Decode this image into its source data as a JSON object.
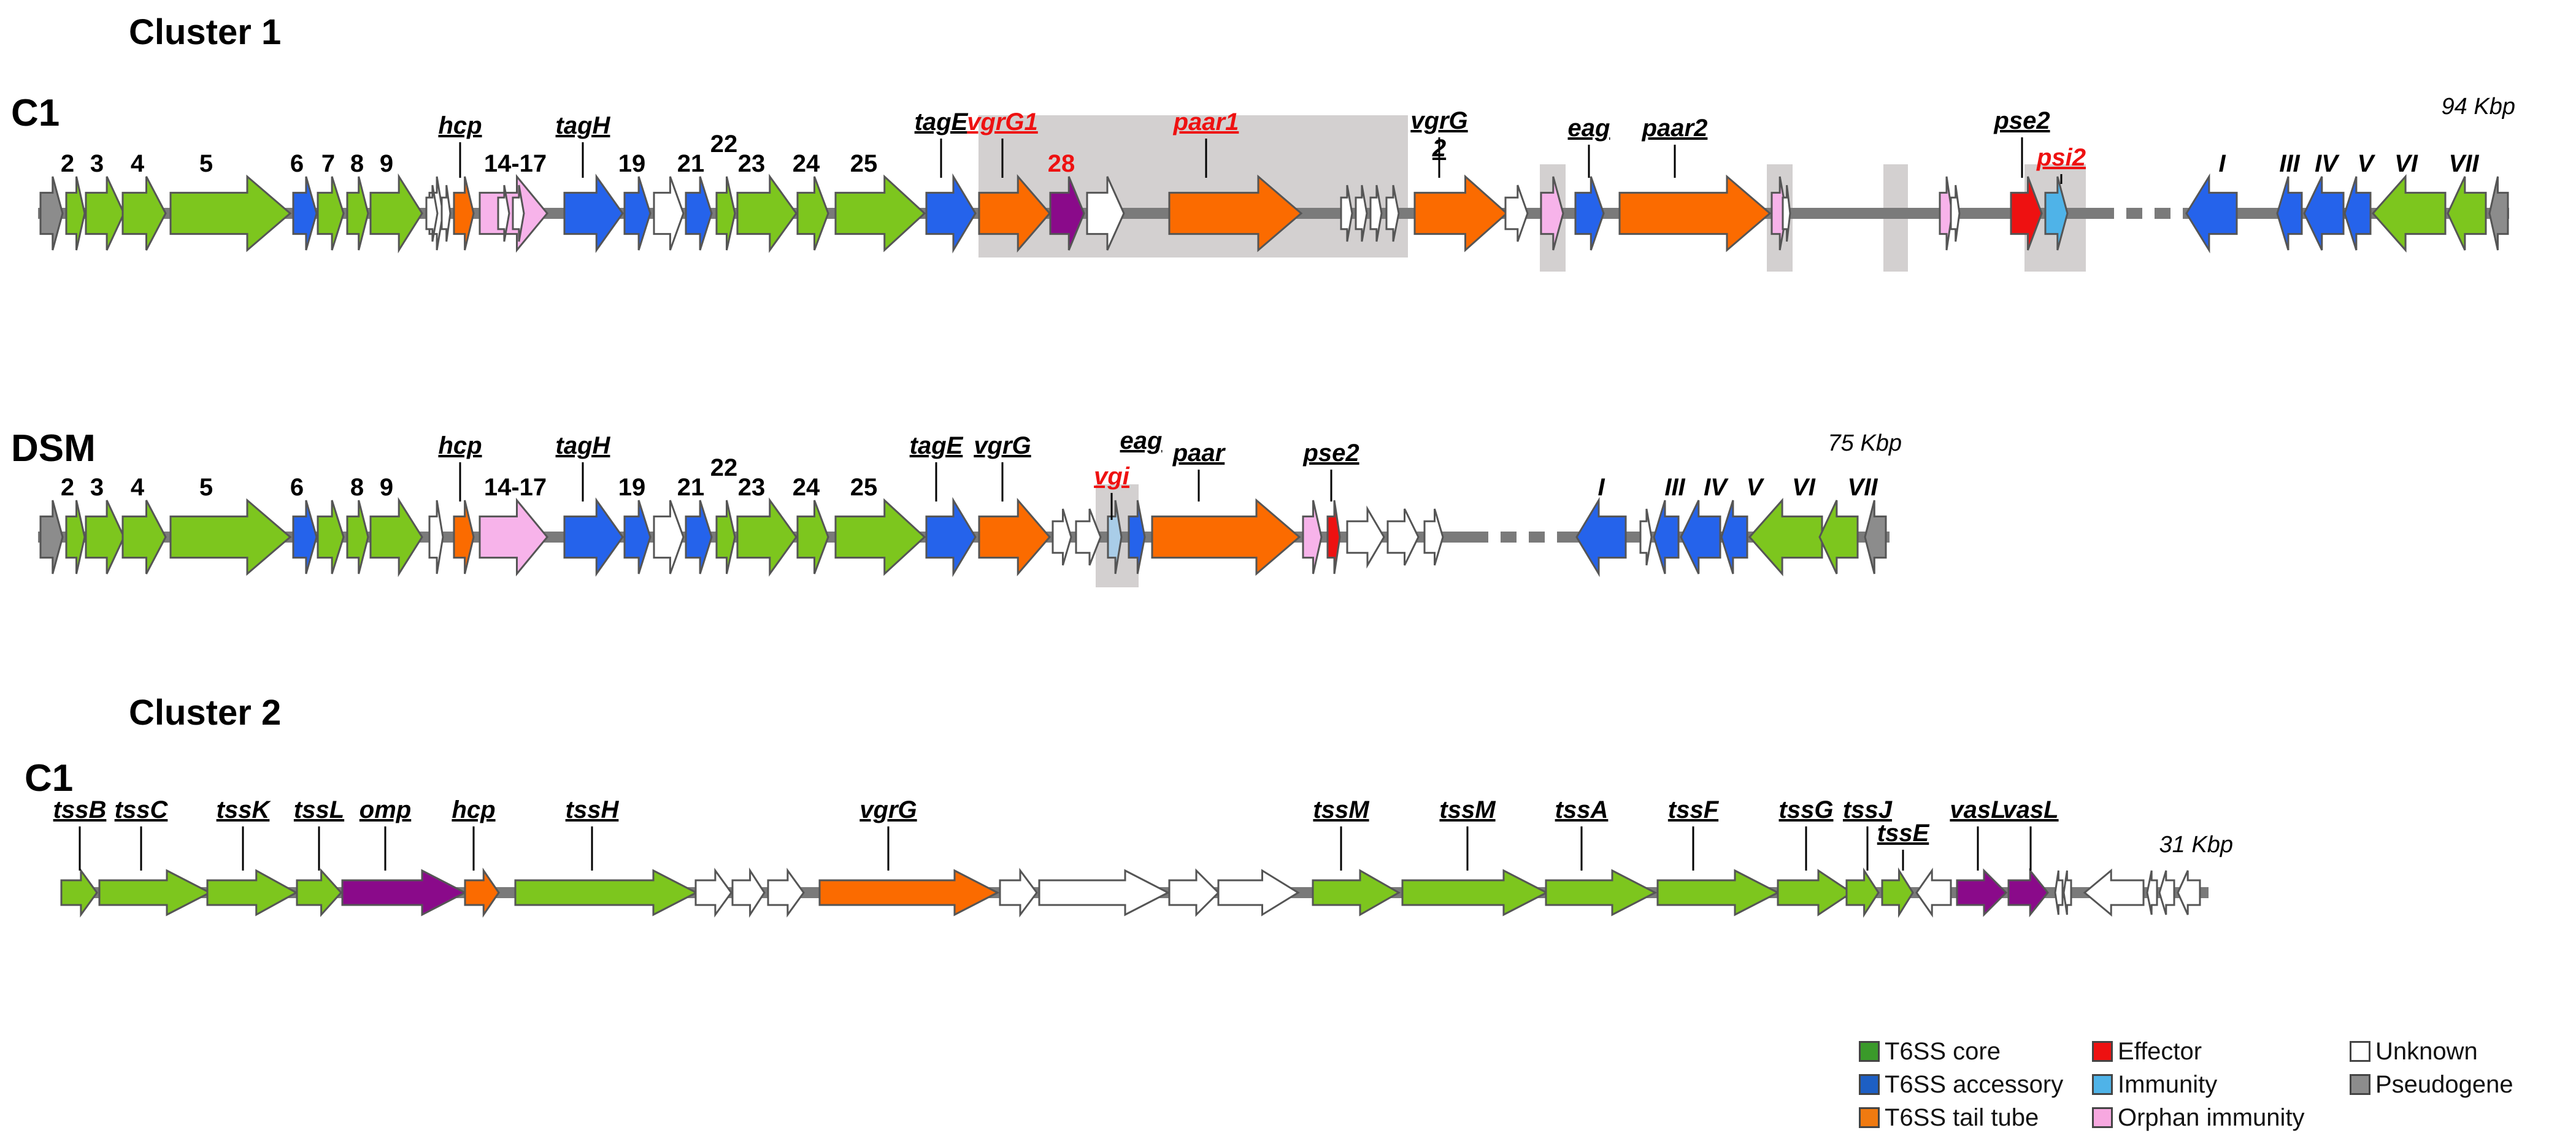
{
  "colors": {
    "core": "#7dc61e",
    "accessory": "#2563eb",
    "tail": "#fb6b00",
    "effector": "#ee1111",
    "immunity": "#4fb3e8",
    "vgi": "#a9cde8",
    "orphan": "#f7b3ea",
    "unknown": "#ffffff",
    "pseudo": "#8c8c8c",
    "purple": "#8a0a8a",
    "highlight": "#d3d0d0",
    "backbone": "#7a7a7a",
    "label_red": "#ee1111"
  },
  "clusters": [
    {
      "title": "Cluster 1",
      "tracks": [
        {
          "name": "C1",
          "size": "94 Kbp",
          "genes": [
            {
              "c": "pseudo",
              "d": "f"
            },
            {
              "c": "core",
              "d": "f"
            },
            {
              "c": "core",
              "d": "f"
            },
            {
              "c": "core",
              "d": "f"
            },
            {
              "c": "core",
              "d": "f"
            },
            {
              "c": "accessory",
              "d": "f"
            },
            {
              "c": "core",
              "d": "f"
            },
            {
              "c": "core",
              "d": "f"
            },
            {
              "c": "core",
              "d": "f"
            },
            {
              "c": "unknown",
              "d": "f"
            },
            {
              "c": "tail",
              "d": "f"
            },
            {
              "c": "orphan",
              "d": "f"
            },
            {
              "c": "accessory",
              "d": "f"
            },
            {
              "c": "accessory",
              "d": "f"
            },
            {
              "c": "unknown",
              "d": "f"
            },
            {
              "c": "accessory",
              "d": "f"
            },
            {
              "c": "core",
              "d": "f"
            },
            {
              "c": "core",
              "d": "f"
            },
            {
              "c": "core",
              "d": "f"
            },
            {
              "c": "core",
              "d": "f"
            },
            {
              "c": "accessory",
              "d": "f"
            },
            {
              "c": "tail",
              "d": "f"
            },
            {
              "c": "purple",
              "d": "f"
            },
            {
              "c": "unknown",
              "d": "f"
            },
            {
              "c": "tail",
              "d": "f"
            },
            {
              "c": "tail",
              "d": "f"
            },
            {
              "c": "orphan",
              "d": "f"
            },
            {
              "c": "accessory",
              "d": "f"
            },
            {
              "c": "tail",
              "d": "f"
            },
            {
              "c": "orphan",
              "d": "f"
            },
            {
              "c": "orphan",
              "d": "f"
            },
            {
              "c": "effector",
              "d": "f"
            },
            {
              "c": "immunity",
              "d": "f"
            },
            {
              "c": "accessory",
              "d": "r"
            },
            {
              "c": "accessory",
              "d": "r"
            },
            {
              "c": "accessory",
              "d": "r"
            },
            {
              "c": "accessory",
              "d": "r"
            },
            {
              "c": "core",
              "d": "r"
            },
            {
              "c": "core",
              "d": "r"
            },
            {
              "c": "pseudo",
              "d": "r"
            }
          ],
          "above_labels": [
            {
              "t": "2"
            },
            {
              "t": "3"
            },
            {
              "t": "4"
            },
            {
              "t": "5"
            },
            {
              "t": "6"
            },
            {
              "t": "7"
            },
            {
              "t": "8"
            },
            {
              "t": "9"
            },
            {
              "t": "14-17"
            },
            {
              "t": "19"
            },
            {
              "t": "21"
            },
            {
              "t": "22"
            },
            {
              "t": "23"
            },
            {
              "t": "24"
            },
            {
              "t": "25"
            },
            {
              "t": "28",
              "red": true
            },
            {
              "t": "I",
              "italic": true
            },
            {
              "t": "III",
              "italic": true
            },
            {
              "t": "IV",
              "italic": true
            },
            {
              "t": "V",
              "italic": true
            },
            {
              "t": "VI",
              "italic": true
            },
            {
              "t": "VII",
              "italic": true
            }
          ],
          "callouts": [
            {
              "t": "hcp"
            },
            {
              "t": "tagH"
            },
            {
              "t": "tagE"
            },
            {
              "t": "vgrG1",
              "red": true
            },
            {
              "t": "paar1",
              "red": true
            },
            {
              "t": "vgrG"
            },
            {
              "t": "2"
            },
            {
              "t": "eag"
            },
            {
              "t": "paar2"
            },
            {
              "t": "pse2"
            },
            {
              "t": "psi2",
              "red": true
            }
          ]
        },
        {
          "name": "DSM",
          "size": "75 Kbp",
          "genes": [
            {
              "c": "pseudo",
              "d": "f"
            },
            {
              "c": "core",
              "d": "f"
            },
            {
              "c": "core",
              "d": "f"
            },
            {
              "c": "core",
              "d": "f"
            },
            {
              "c": "core",
              "d": "f"
            },
            {
              "c": "accessory",
              "d": "f"
            },
            {
              "c": "core",
              "d": "f"
            },
            {
              "c": "core",
              "d": "f"
            },
            {
              "c": "core",
              "d": "f"
            },
            {
              "c": "unknown",
              "d": "f"
            },
            {
              "c": "tail",
              "d": "f"
            },
            {
              "c": "orphan",
              "d": "f"
            },
            {
              "c": "accessory",
              "d": "f"
            },
            {
              "c": "accessory",
              "d": "f"
            },
            {
              "c": "unknown",
              "d": "f"
            },
            {
              "c": "accessory",
              "d": "f"
            },
            {
              "c": "core",
              "d": "f"
            },
            {
              "c": "core",
              "d": "f"
            },
            {
              "c": "core",
              "d": "f"
            },
            {
              "c": "core",
              "d": "f"
            },
            {
              "c": "accessory",
              "d": "f"
            },
            {
              "c": "tail",
              "d": "f"
            },
            {
              "c": "vgi",
              "d": "f"
            },
            {
              "c": "accessory",
              "d": "f"
            },
            {
              "c": "tail",
              "d": "f"
            },
            {
              "c": "orphan",
              "d": "f"
            },
            {
              "c": "effector",
              "d": "f"
            },
            {
              "c": "accessory",
              "d": "r"
            },
            {
              "c": "accessory",
              "d": "r"
            },
            {
              "c": "accessory",
              "d": "r"
            },
            {
              "c": "accessory",
              "d": "r"
            },
            {
              "c": "core",
              "d": "r"
            },
            {
              "c": "core",
              "d": "r"
            },
            {
              "c": "pseudo",
              "d": "r"
            }
          ],
          "above_labels": [
            {
              "t": "2"
            },
            {
              "t": "3"
            },
            {
              "t": "4"
            },
            {
              "t": "5"
            },
            {
              "t": "6"
            },
            {
              "t": "8"
            },
            {
              "t": "9"
            },
            {
              "t": "14-17"
            },
            {
              "t": "19"
            },
            {
              "t": "21"
            },
            {
              "t": "22"
            },
            {
              "t": "23"
            },
            {
              "t": "24"
            },
            {
              "t": "25"
            },
            {
              "t": "I",
              "italic": true
            },
            {
              "t": "III",
              "italic": true
            },
            {
              "t": "IV",
              "italic": true
            },
            {
              "t": "V",
              "italic": true
            },
            {
              "t": "VI",
              "italic": true
            },
            {
              "t": "VII",
              "italic": true
            }
          ],
          "callouts": [
            {
              "t": "hcp"
            },
            {
              "t": "tagH"
            },
            {
              "t": "tagE"
            },
            {
              "t": "vgrG"
            },
            {
              "t": "eag"
            },
            {
              "t": "vgi",
              "red": true
            },
            {
              "t": "paar"
            },
            {
              "t": "pse2"
            }
          ]
        }
      ]
    },
    {
      "title": "Cluster 2",
      "tracks": [
        {
          "name": "C1",
          "size": "31 Kbp",
          "genes": [
            {
              "c": "core",
              "d": "f"
            },
            {
              "c": "core",
              "d": "f"
            },
            {
              "c": "core",
              "d": "f"
            },
            {
              "c": "core",
              "d": "f"
            },
            {
              "c": "purple",
              "d": "f"
            },
            {
              "c": "tail",
              "d": "f"
            },
            {
              "c": "core",
              "d": "f"
            },
            {
              "c": "unknown",
              "d": "f"
            },
            {
              "c": "tail",
              "d": "f"
            },
            {
              "c": "unknown",
              "d": "f"
            },
            {
              "c": "core",
              "d": "f"
            },
            {
              "c": "core",
              "d": "f"
            },
            {
              "c": "core",
              "d": "f"
            },
            {
              "c": "core",
              "d": "f"
            },
            {
              "c": "core",
              "d": "f"
            },
            {
              "c": "core",
              "d": "f"
            },
            {
              "c": "core",
              "d": "f"
            },
            {
              "c": "purple",
              "d": "f"
            },
            {
              "c": "purple",
              "d": "f"
            },
            {
              "c": "unknown",
              "d": "r"
            }
          ],
          "above_labels": [],
          "callouts": [
            {
              "t": "tssB"
            },
            {
              "t": "tssC"
            },
            {
              "t": "tssK"
            },
            {
              "t": "tssL"
            },
            {
              "t": "omp"
            },
            {
              "t": "hcp"
            },
            {
              "t": "tssH"
            },
            {
              "t": "vgrG"
            },
            {
              "t": "tssM"
            },
            {
              "t": "tssM"
            },
            {
              "t": "tssA"
            },
            {
              "t": "tssF"
            },
            {
              "t": "tssG"
            },
            {
              "t": "tssJ"
            },
            {
              "t": "tssE"
            },
            {
              "t": "vasL"
            },
            {
              "t": "vasL"
            }
          ]
        }
      ]
    }
  ],
  "legend": [
    {
      "label": "T6SS core",
      "color": "#3a9a2a"
    },
    {
      "label": "T6SS accessory",
      "color": "#1d5fc4"
    },
    {
      "label": "T6SS tail tube",
      "color": "#f07a10"
    },
    {
      "label": "Effector",
      "color": "#ee1111"
    },
    {
      "label": "Immunity",
      "color": "#4fb3e8"
    },
    {
      "label": "Orphan immunity",
      "color": "#f7a8e0"
    },
    {
      "label": "Unknown",
      "color": "#ffffff"
    },
    {
      "label": "Pseudogene",
      "color": "#8c8c8c"
    }
  ]
}
